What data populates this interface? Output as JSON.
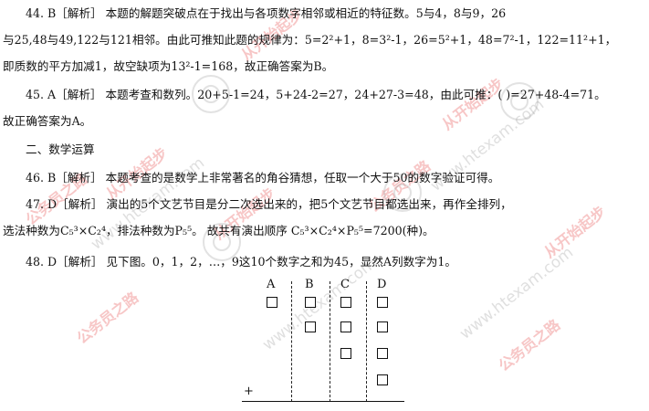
{
  "lines": [
    "44. B［解析］ 本题的解题突破点在于找出与各项数字相邻或相近的特征数。5与4，8与9，26",
    "与25,48与49,122与121相邻。由此可推知此题的规律为：5=2²+1，8=3²-1，26=5²+1，48=7²-1，122=11²+1，",
    "即质数的平方加减1，故空缺项为13²-1=168，故正确答案为B。",
    "45. A［解析］ 本题考查和数列。20+5-1=24，5+24-2=27，24+27-3=48，由此可推：( )=27+48-4=71。",
    "故正确答案为A。",
    "二、数学运算",
    "46. B［解析］ 本题考查的是数学上非常著名的角谷猜想，任取一个大于50的数字验证可得。",
    "47. D［解析］ 演出的5个文艺节目是分二次选出来的，把5个文艺节目都选出来，再作全排列，",
    "选法种数为C₅³×C₂⁴，排法种数为P₅⁵。 故共有演出顺序 C₅³×C₂⁴×P₅⁵=7200(种)。",
    "48. D［解析］ 见下图。0，1，2，…，9这10个数字之和为45，显然A列数字为1。"
  ],
  "figure": {
    "columns": [
      "A",
      "B",
      "C",
      "D"
    ],
    "boxes_per_column": [
      1,
      2,
      3,
      4
    ],
    "plus_sign": "+"
  },
  "watermarks": {
    "slogan_1": "公务员之路",
    "slogan_2": "从开始起步",
    "url": "www.htexam.com"
  },
  "colors": {
    "text": "#111111",
    "watermark_red": "#eb7878",
    "watermark_gray": "#969696"
  }
}
